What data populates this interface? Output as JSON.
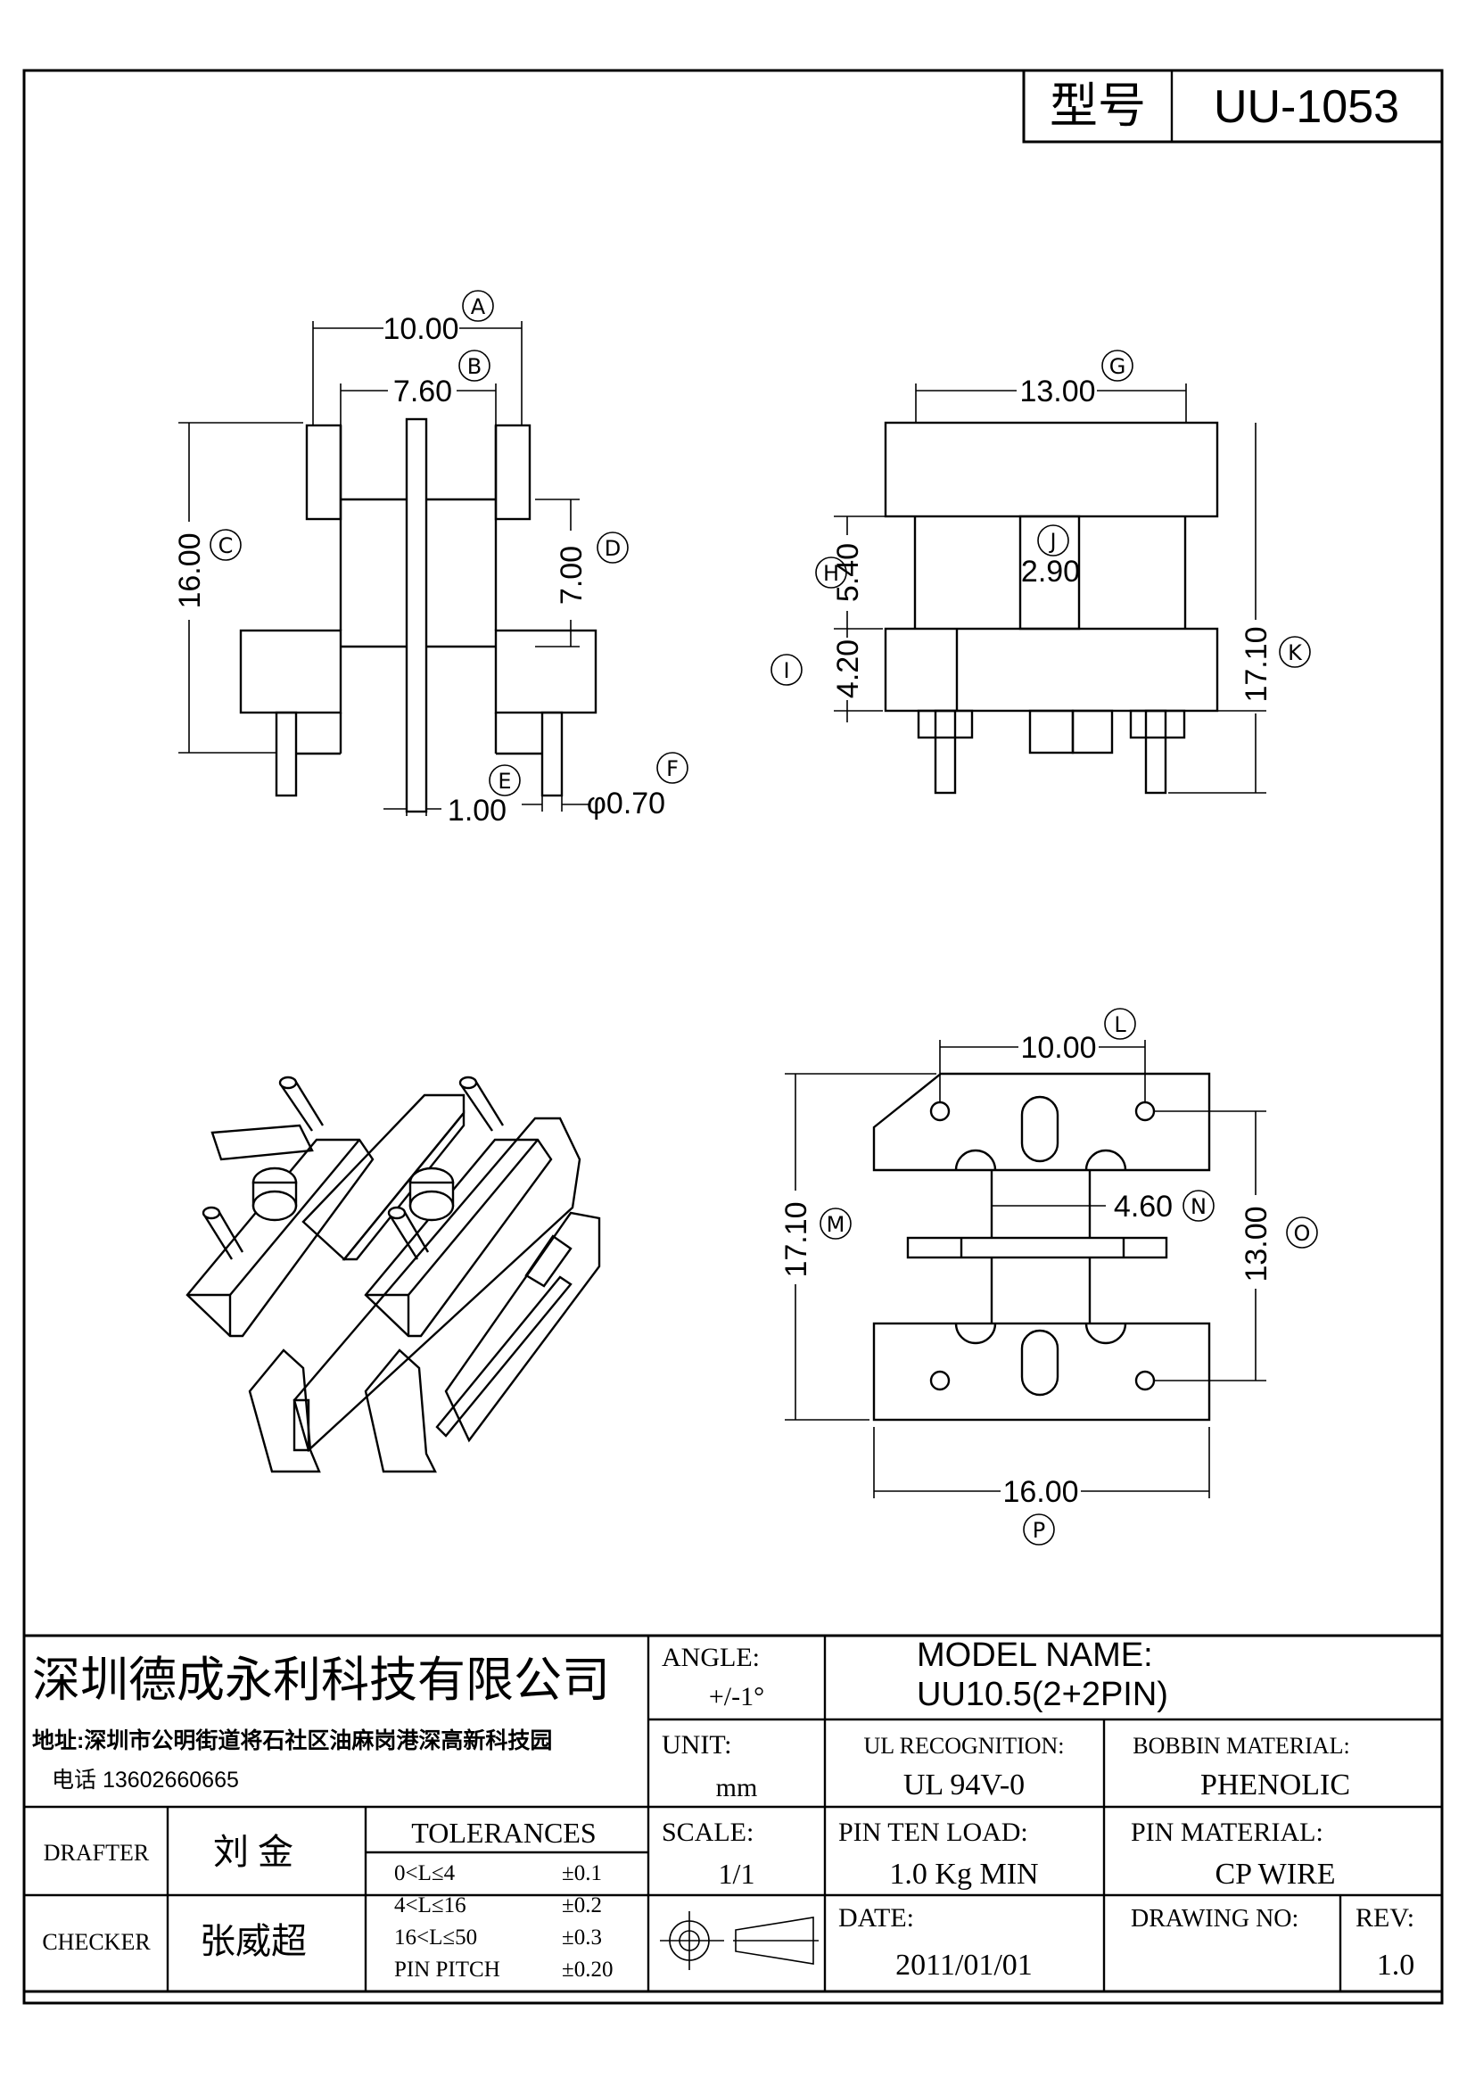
{
  "header": {
    "model_label": "型号",
    "model_value": "UU-1053"
  },
  "dimensions": {
    "A": "10.00",
    "B": "7.60",
    "C": "16.00",
    "D": "7.00",
    "E": "1.00",
    "F": "φ0.70",
    "G": "13.00",
    "H": "5.40",
    "I": "4.20",
    "J": "2.90",
    "K": "17.10",
    "L": "10.00",
    "M": "17.10",
    "N": "4.60",
    "O": "13.00",
    "P": "16.00"
  },
  "callouts": [
    "A",
    "B",
    "C",
    "D",
    "E",
    "F",
    "G",
    "H",
    "I",
    "J",
    "K",
    "L",
    "M",
    "N",
    "O",
    "P"
  ],
  "title_block": {
    "company": "深圳德成永利科技有限公司",
    "address": "地址:深圳市公明街道将石社区油麻岗港深高新科技园",
    "phone": "电话 13602660665",
    "angle_label": "ANGLE:",
    "angle_value": "+/-1°",
    "model_name_label": "MODEL NAME:",
    "model_name_value": "UU10.5(2+2PIN)",
    "unit_label": "UNIT:",
    "unit_value": "mm",
    "ul_label": "UL RECOGNITION:",
    "ul_value": "UL 94V-0",
    "bobbin_label": "BOBBIN MATERIAL:",
    "bobbin_value": "PHENOLIC",
    "drafter_label": "DRAFTER",
    "drafter_value": "刘 金",
    "checker_label": "CHECKER",
    "checker_value": "张威超",
    "tolerances_label": "TOLERANCES",
    "tolerances": [
      {
        "range": "0<L≤4",
        "value": "±0.1"
      },
      {
        "range": "4<L≤16",
        "value": "±0.2"
      },
      {
        "range": "16<L≤50",
        "value": "±0.3"
      },
      {
        "range": "PIN PITCH",
        "value": "±0.20"
      }
    ],
    "scale_label": "SCALE:",
    "scale_value": "1/1",
    "pin_ten_label": "PIN TEN LOAD:",
    "pin_ten_value": "1.0 Kg MIN",
    "pin_mat_label": "PIN MATERIAL:",
    "pin_mat_value": "CP WIRE",
    "date_label": "DATE:",
    "date_value": "2011/01/01",
    "drawing_no_label": "DRAWING NO:",
    "rev_label": "REV:",
    "rev_value": "1.0"
  }
}
